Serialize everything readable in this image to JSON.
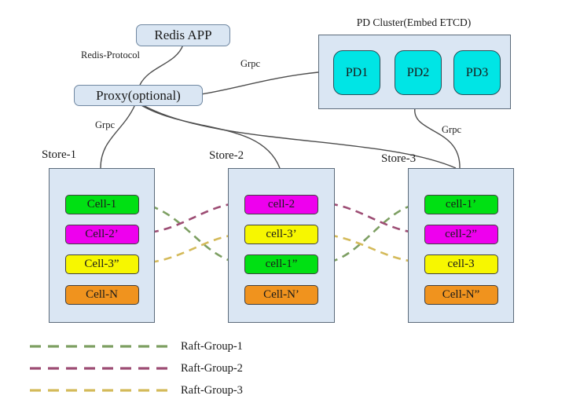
{
  "app": {
    "redis_app_label": "Redis APP",
    "proxy_label": "Proxy(optional)"
  },
  "pd_cluster": {
    "title": "PD Cluster(Embed ETCD)",
    "nodes": [
      {
        "label": "PD1"
      },
      {
        "label": "PD2"
      },
      {
        "label": "PD3"
      }
    ]
  },
  "edge_labels": {
    "redis_protocol": "Redis-Protocol",
    "grpc_proxy_pd": "Grpc",
    "grpc_proxy_stores": "Grpc",
    "grpc_pd_store": "Grpc"
  },
  "stores": [
    {
      "label": "Store-1",
      "cells": [
        {
          "label": "Cell-1",
          "color": "#00e013"
        },
        {
          "label": "Cell-2’",
          "color": "#ee00ee"
        },
        {
          "label": "Cell-3”",
          "color": "#f7f700"
        },
        {
          "label": "Cell-N",
          "color": "#f0931e"
        }
      ]
    },
    {
      "label": "Store-2",
      "cells": [
        {
          "label": "cell-2",
          "color": "#ee00ee"
        },
        {
          "label": "cell-3’",
          "color": "#f7f700"
        },
        {
          "label": "cell-1”",
          "color": "#00e013"
        },
        {
          "label": "Cell-N’",
          "color": "#f0931e"
        }
      ]
    },
    {
      "label": "Store-3",
      "cells": [
        {
          "label": "cell-1’",
          "color": "#00e013"
        },
        {
          "label": "cell-2”",
          "color": "#ee00ee"
        },
        {
          "label": "cell-3",
          "color": "#f7f700"
        },
        {
          "label": "Cell-N”",
          "color": "#f0931e"
        }
      ]
    }
  ],
  "legend": {
    "items": [
      {
        "label": "Raft-Group-1",
        "color": "#7d9f62"
      },
      {
        "label": "Raft-Group-2",
        "color": "#9d4d74"
      },
      {
        "label": "Raft-Group-3",
        "color": "#d4ba5a"
      }
    ]
  },
  "colors": {
    "node_fill": "#dae6f3",
    "node_border": "#6f87a1",
    "container_border": "#5c6b7a",
    "pd_node_fill": "#00e5e5",
    "connector": "#4d4d4d"
  }
}
